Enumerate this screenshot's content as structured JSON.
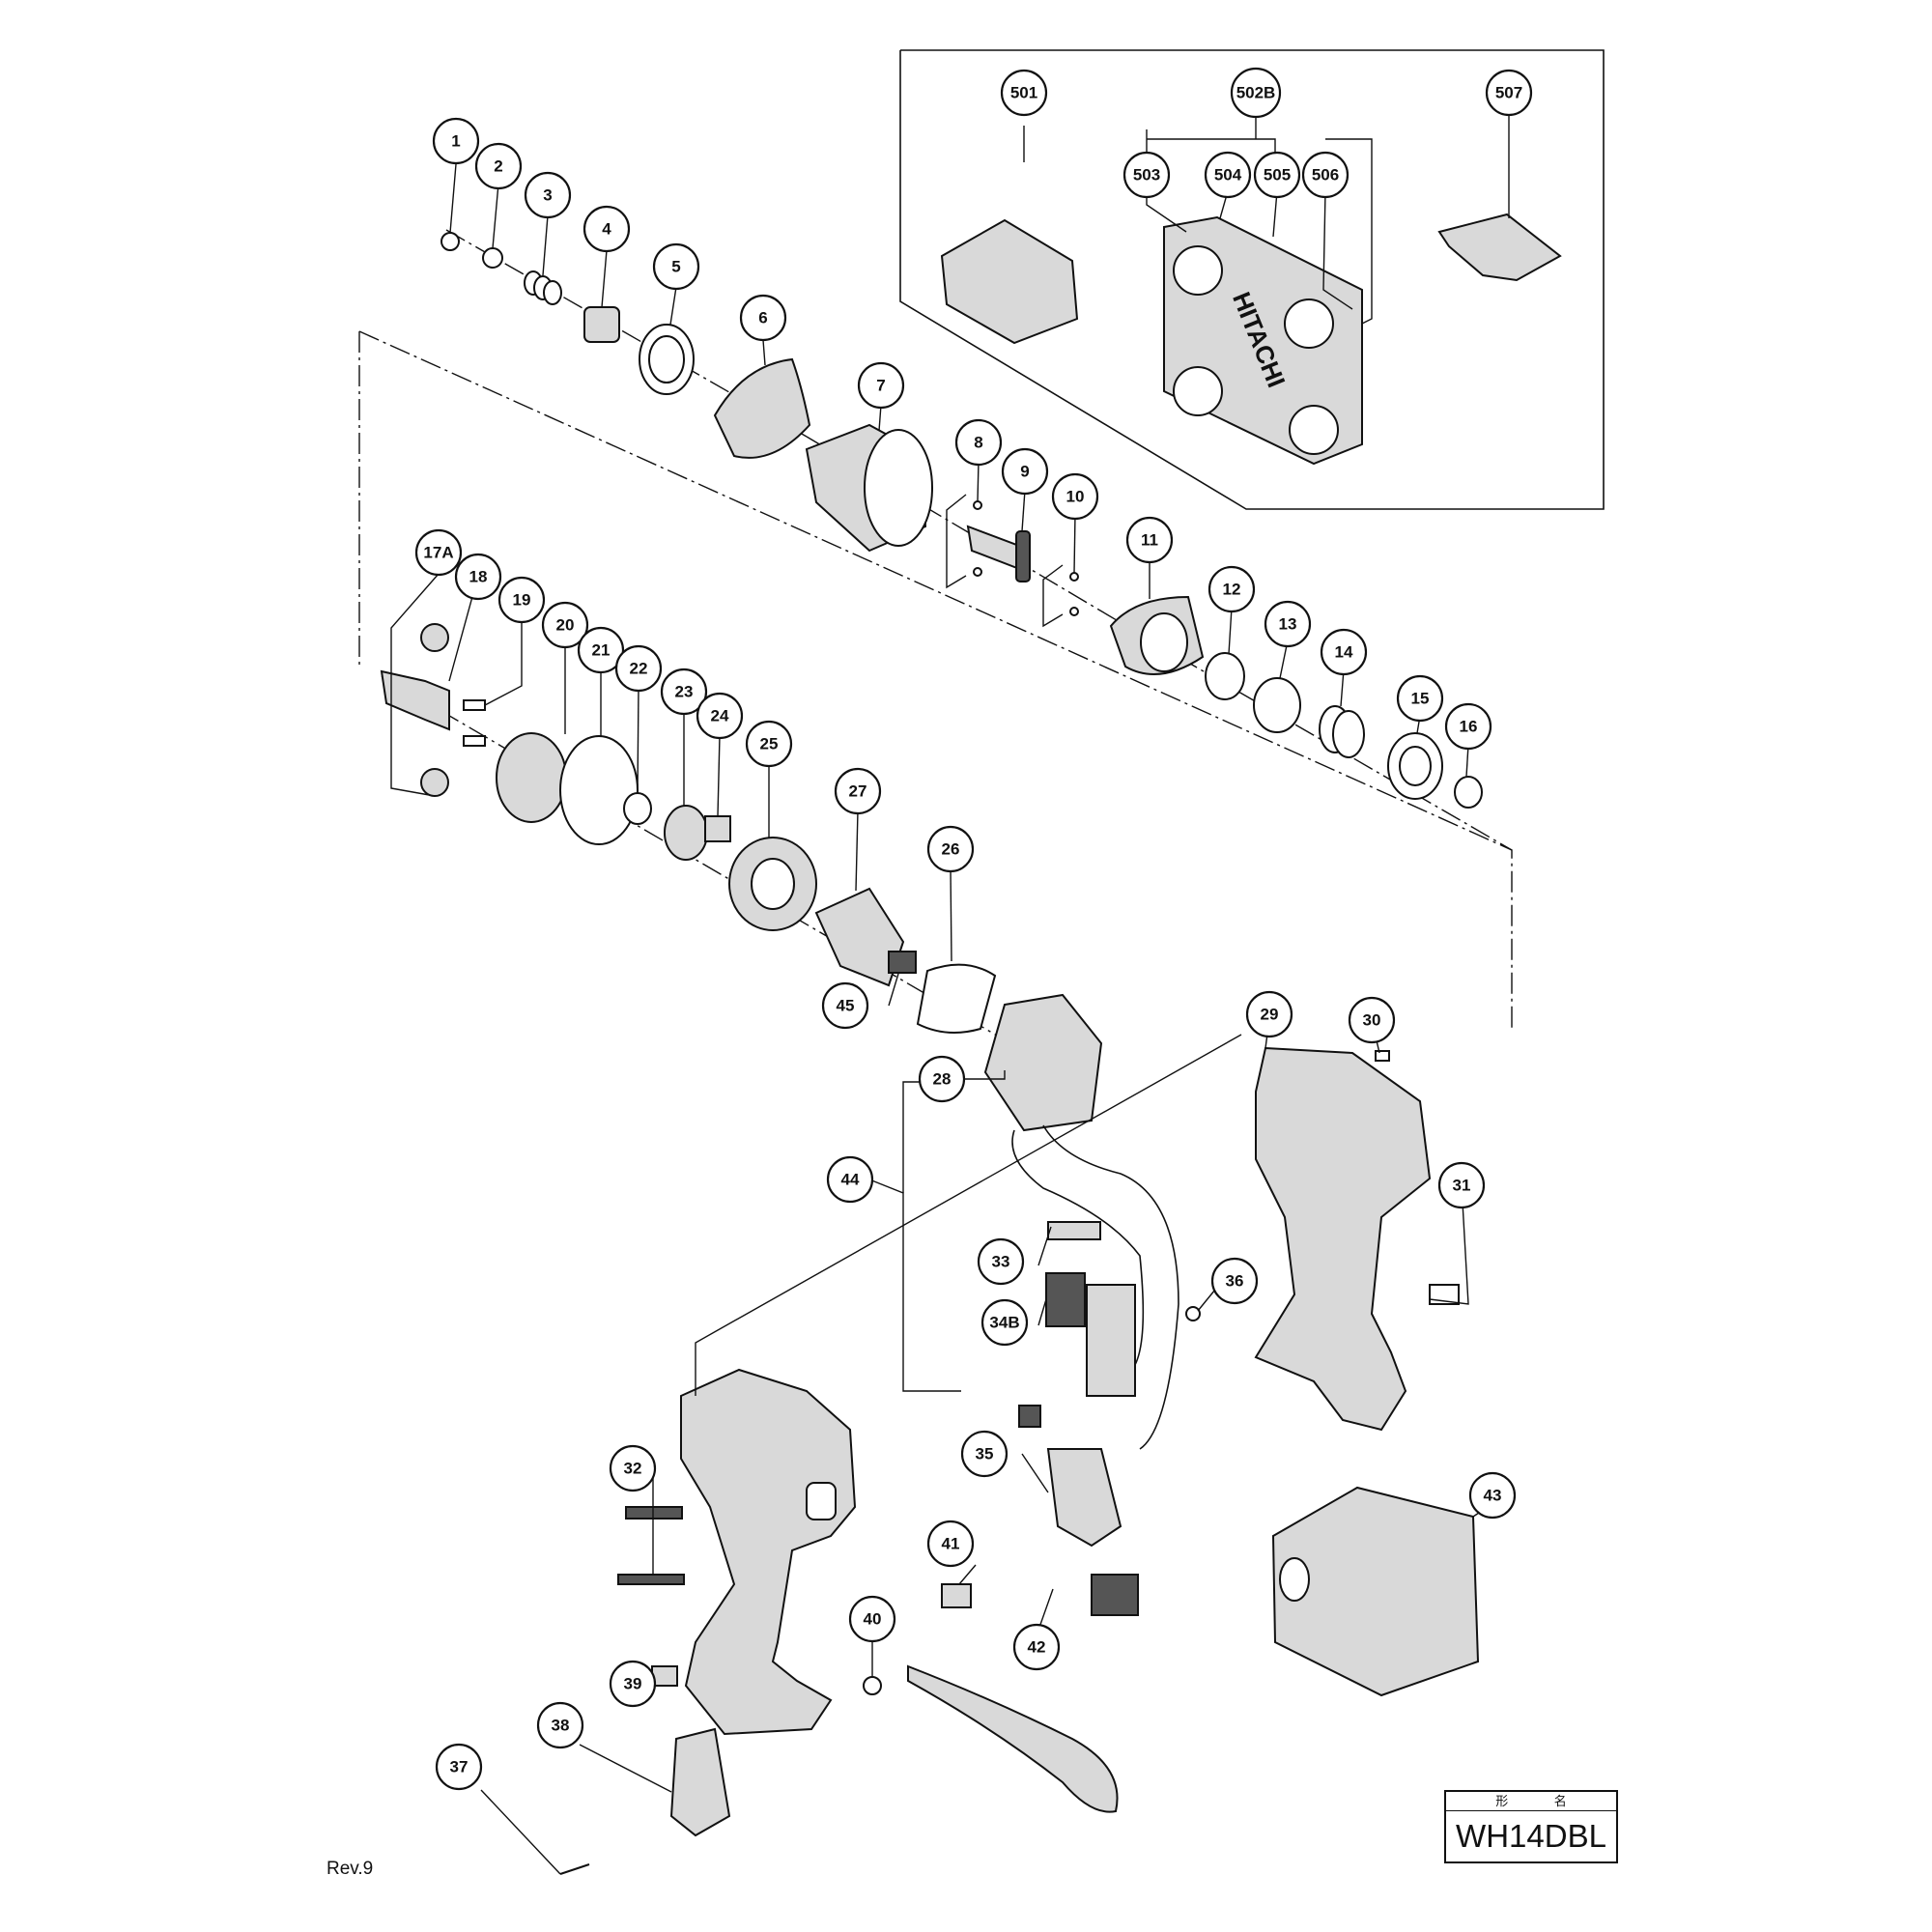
{
  "revision": "Rev.9",
  "model_box": {
    "header": "形 名",
    "model": "WH14DBL"
  },
  "accessory_brand": "HITACHI",
  "part_numbers": [
    "1",
    "2",
    "3",
    "4",
    "5",
    "6",
    "7",
    "8",
    "9",
    "10",
    "11",
    "12",
    "13",
    "14",
    "15",
    "16",
    "17A",
    "18",
    "19",
    "20",
    "21",
    "22",
    "23",
    "24",
    "25",
    "26",
    "27",
    "28",
    "29",
    "30",
    "31",
    "32",
    "33",
    "34B",
    "35",
    "36",
    "37",
    "38",
    "39",
    "40",
    "41",
    "42",
    "43",
    "44",
    "45",
    "501",
    "502B",
    "503",
    "504",
    "505",
    "506",
    "507"
  ]
}
